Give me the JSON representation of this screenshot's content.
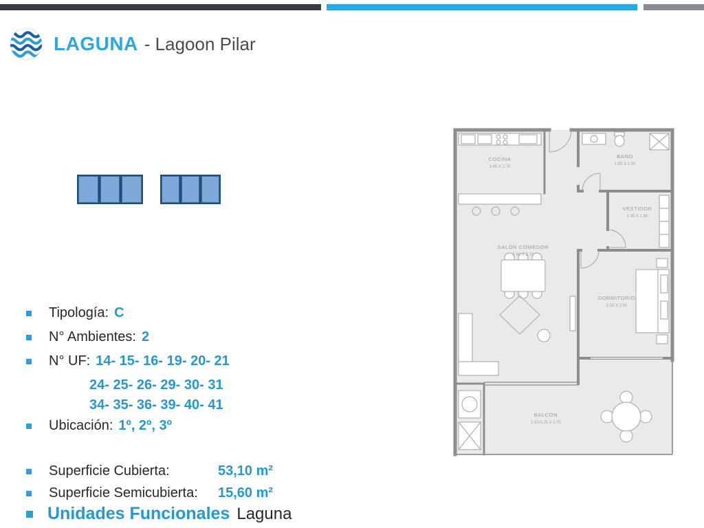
{
  "header": {
    "brand": "LAGUNA",
    "subtitle": "- Lagoon Pilar"
  },
  "specs": {
    "tipologia_label": "Tipología:",
    "tipologia_value": "C",
    "ambientes_label": "N° Ambientes:",
    "ambientes_value": "2",
    "uf_label": "N° UF:",
    "uf_line1": "14- 15- 16- 19- 20- 21",
    "uf_line2": "24- 25- 26- 29- 30- 31",
    "uf_line3": "34- 35- 36- 39- 40- 41",
    "ubicacion_label": "Ubicación:",
    "ubicacion_value": "1º, 2º, 3º",
    "cubierta_label": "Superficie Cubierta:",
    "cubierta_value": "53,10 m²",
    "semicubierta_label": "Superficie Semicubierta:",
    "semicubierta_value": "15,60 m²",
    "unidades_label": "Unidades Funcionales",
    "unidades_value": "Laguna"
  },
  "floorplan": {
    "cocina": {
      "name": "COCINA",
      "dims": "2.45 X 2.70"
    },
    "bano": {
      "name": "BAÑO",
      "dims": "1.55 X 2.90"
    },
    "vestidor": {
      "name": "VESTIDOR",
      "dims": "1.95 X 1.90"
    },
    "salon": {
      "name": "SALÓN COMEDOR",
      "dims": "5.60 X 3.70"
    },
    "dormitorio": {
      "name": "DORMITORIO",
      "dims": "3.30 X 2.90"
    },
    "balcon": {
      "name": "BALCÓN",
      "dims": "2.10/3.25 X 5.75"
    }
  },
  "colors": {
    "accent": "#29A9E1",
    "dark_bar": "#3A3A41",
    "gray_bar": "#8A8A92",
    "window_fill": "#7FA8D8",
    "window_border": "#1F4E79"
  }
}
